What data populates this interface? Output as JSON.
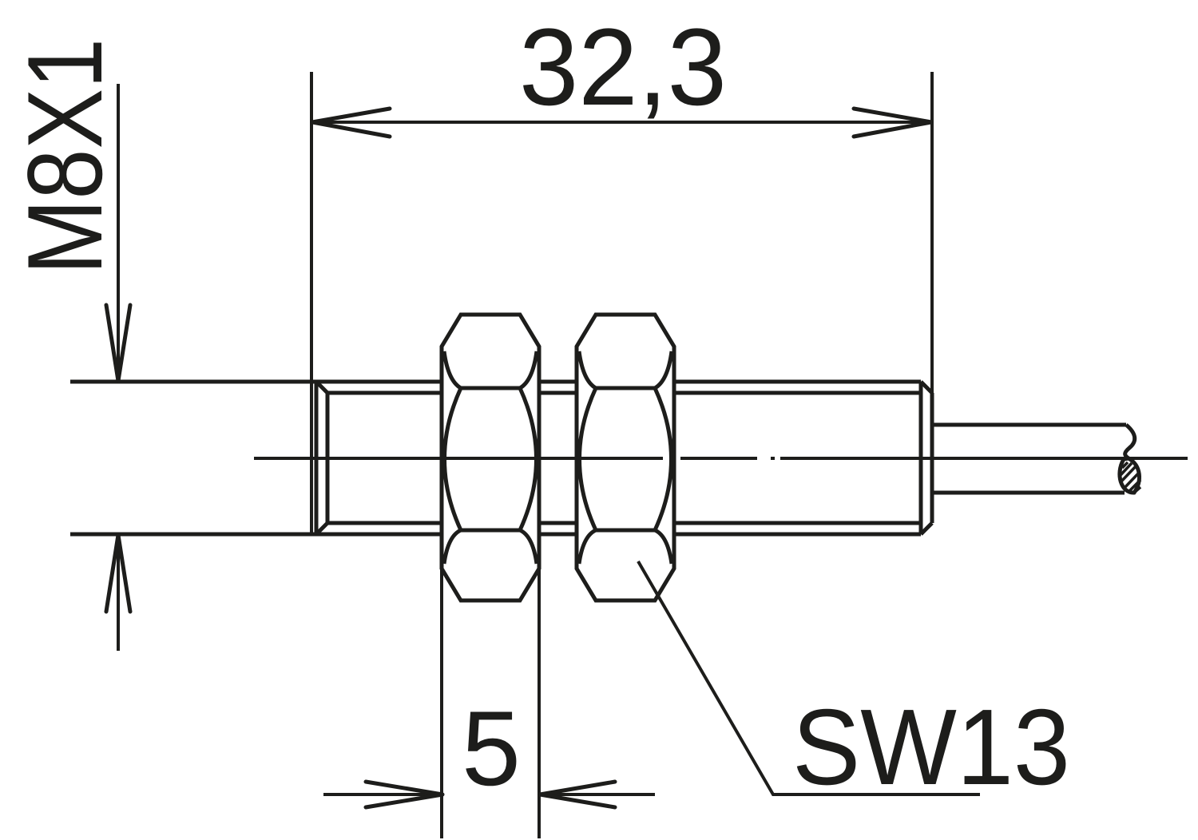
{
  "colors": {
    "ink": "#1d1d1b",
    "background": "#ffffff"
  },
  "labels": {
    "thread_size": "M8X1",
    "housing_length": "32,3",
    "nut_thickness": "5",
    "wrench_size": "SW13"
  }
}
